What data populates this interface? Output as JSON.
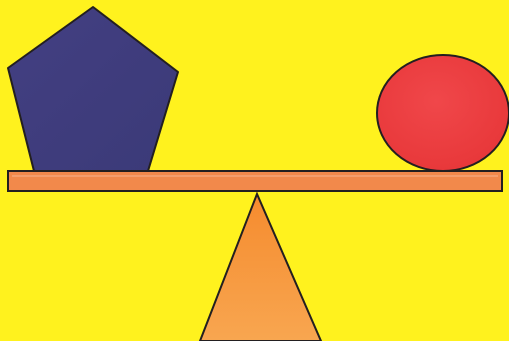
{
  "scene": {
    "background_color": "#FFF21E",
    "objects": [
      {
        "name": "pentagon",
        "shape": "pentagon",
        "color": "#3B3A78",
        "position": "left-end-of-beam"
      },
      {
        "name": "ball",
        "shape": "circle",
        "color": "#E8383A",
        "position": "right-end-of-beam"
      }
    ],
    "beam": {
      "color": "#F2894B",
      "state": "level"
    },
    "fulcrum": {
      "shape": "triangle",
      "color": "#F58B2E"
    },
    "outline_color": "#231F20"
  }
}
